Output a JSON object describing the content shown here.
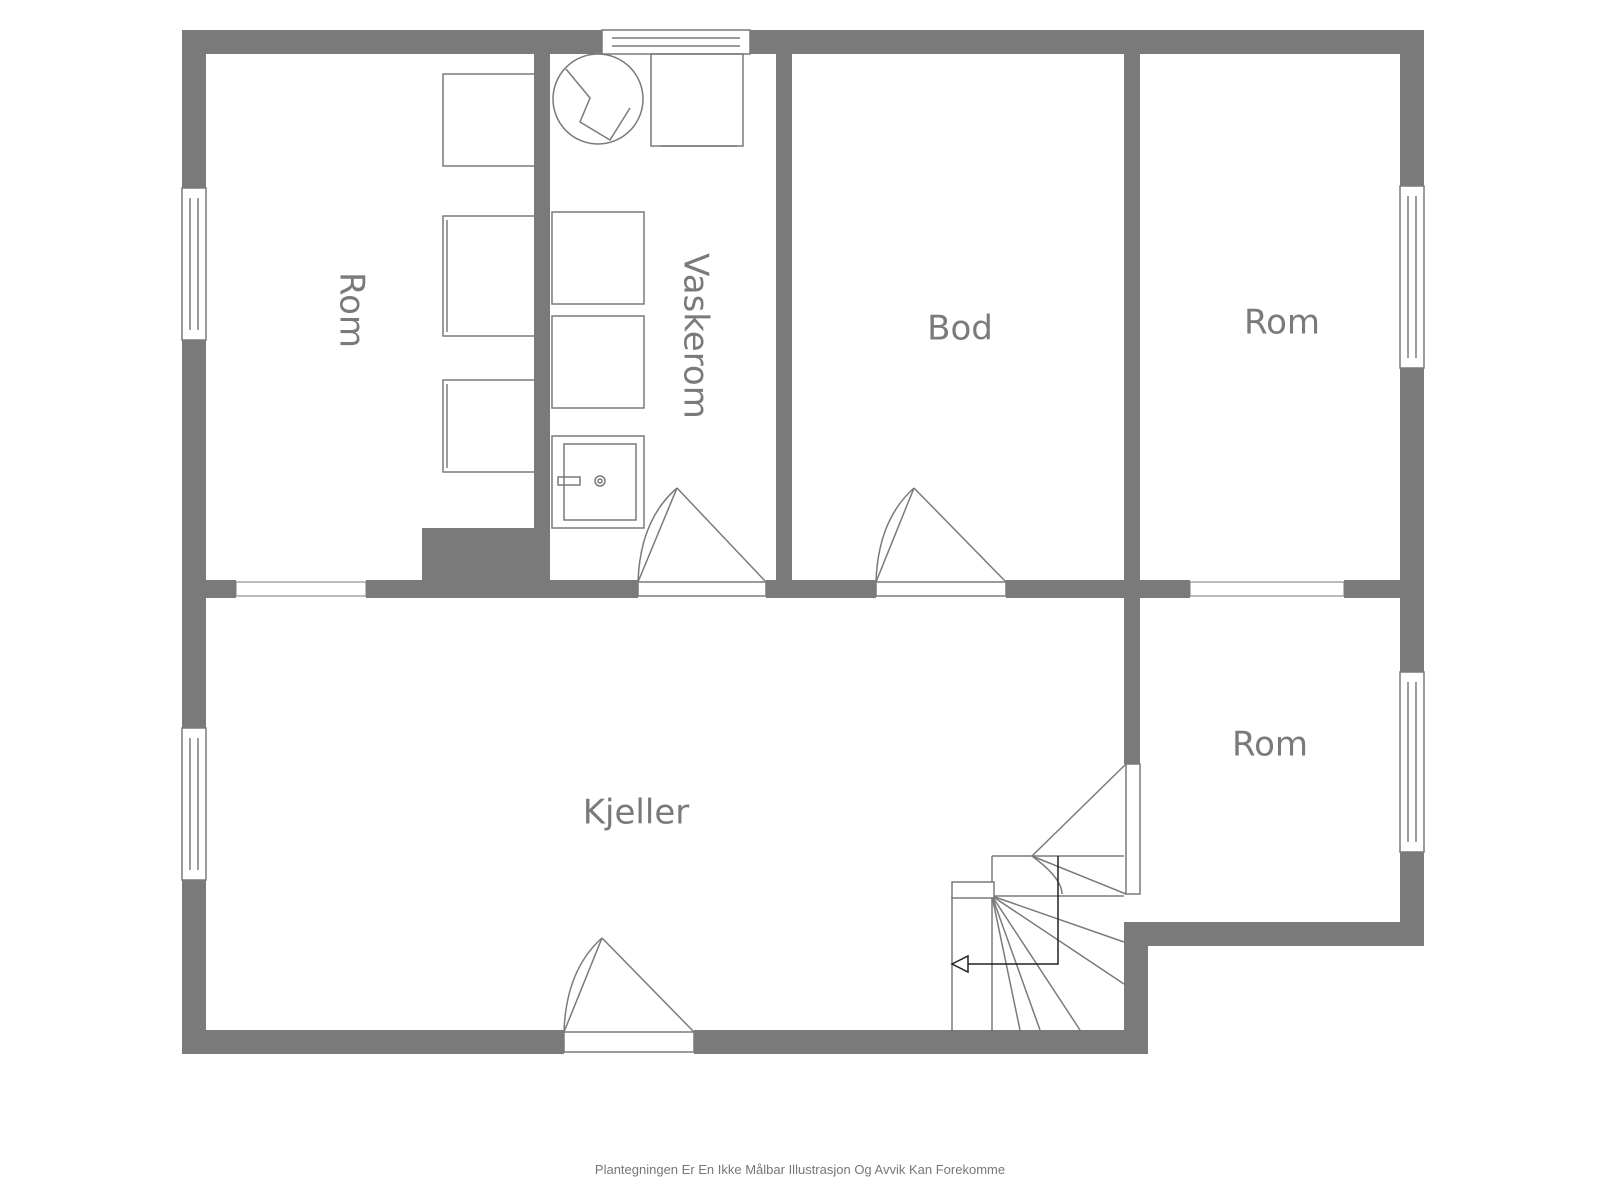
{
  "rooms": {
    "rom_left": "Rom",
    "vaskerom": "Vaskerom",
    "bod": "Bod",
    "rom_right_top": "Rom",
    "rom_right_bottom": "Rom",
    "kjeller": "Kjeller"
  },
  "disclaimer": "Plantegningen Er En Ikke Målbar Illustrasjon Og Avvik Kan Forekomme",
  "colors": {
    "wall": "#7a7a7a",
    "line": "#7a7a7a",
    "background": "#ffffff"
  }
}
